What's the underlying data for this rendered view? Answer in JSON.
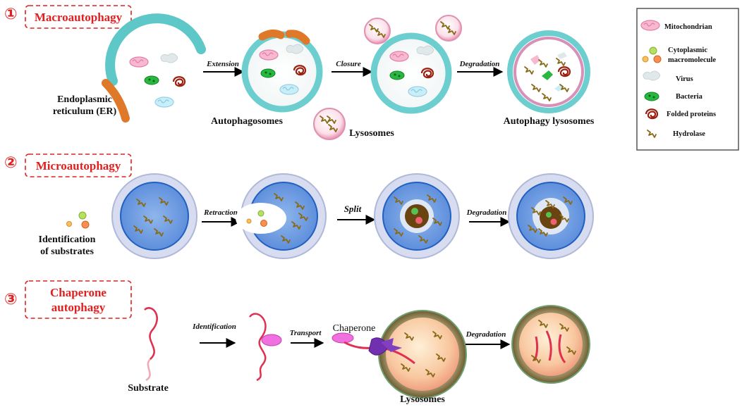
{
  "sections": {
    "macro": {
      "number": "①",
      "title": "Macroautophagy"
    },
    "micro": {
      "number": "②",
      "title": "Microautophagy"
    },
    "chaperone": {
      "number": "③",
      "title_line1": "Chaperone",
      "title_line2": "autophagy"
    }
  },
  "macro": {
    "er_label_line1": "Endoplasmic",
    "er_label_line2": "reticulum (ER)",
    "autophagosomes_label": "Autophagosomes",
    "lysosomes_label": "Lysosomes",
    "autophagy_lysosomes_label": "Autophagy lysosomes",
    "steps": [
      "Extension",
      "Closure",
      "Degradation"
    ]
  },
  "micro": {
    "substrate_label_line1": "Identification",
    "substrate_label_line2": "of substrates",
    "steps": [
      "Retraction",
      "Split",
      "Degradation"
    ]
  },
  "chaperone": {
    "substrate_label": "Substrate",
    "chaperone_label": "Chaperone",
    "lysosomes_label": "Lysosomes",
    "steps": [
      "Identification",
      "Transport",
      "Degradation"
    ]
  },
  "legend": {
    "items": [
      {
        "label": "Mitochondrian",
        "icon": "mitochondrion-icon"
      },
      {
        "label": "Cytoplasmic",
        "label2": "macromolecule",
        "icon": "macromolecule-icon"
      },
      {
        "label": "Virus",
        "icon": "virus-icon"
      },
      {
        "label": "Bacteria",
        "icon": "bacteria-icon"
      },
      {
        "label": "Folded proteins",
        "icon": "folded-protein-icon"
      },
      {
        "label": "Hydrolase",
        "icon": "hydrolase-icon"
      }
    ]
  },
  "colors": {
    "title_red": "#e02020",
    "membrane_teal": "#5ec8c8",
    "er_orange": "#e0782a",
    "lysosome_pink": "#f0a8c0",
    "micro_blue": "#6a9ee0",
    "chaperone_purple": "#8040c0",
    "substrate_red": "#e03050"
  }
}
